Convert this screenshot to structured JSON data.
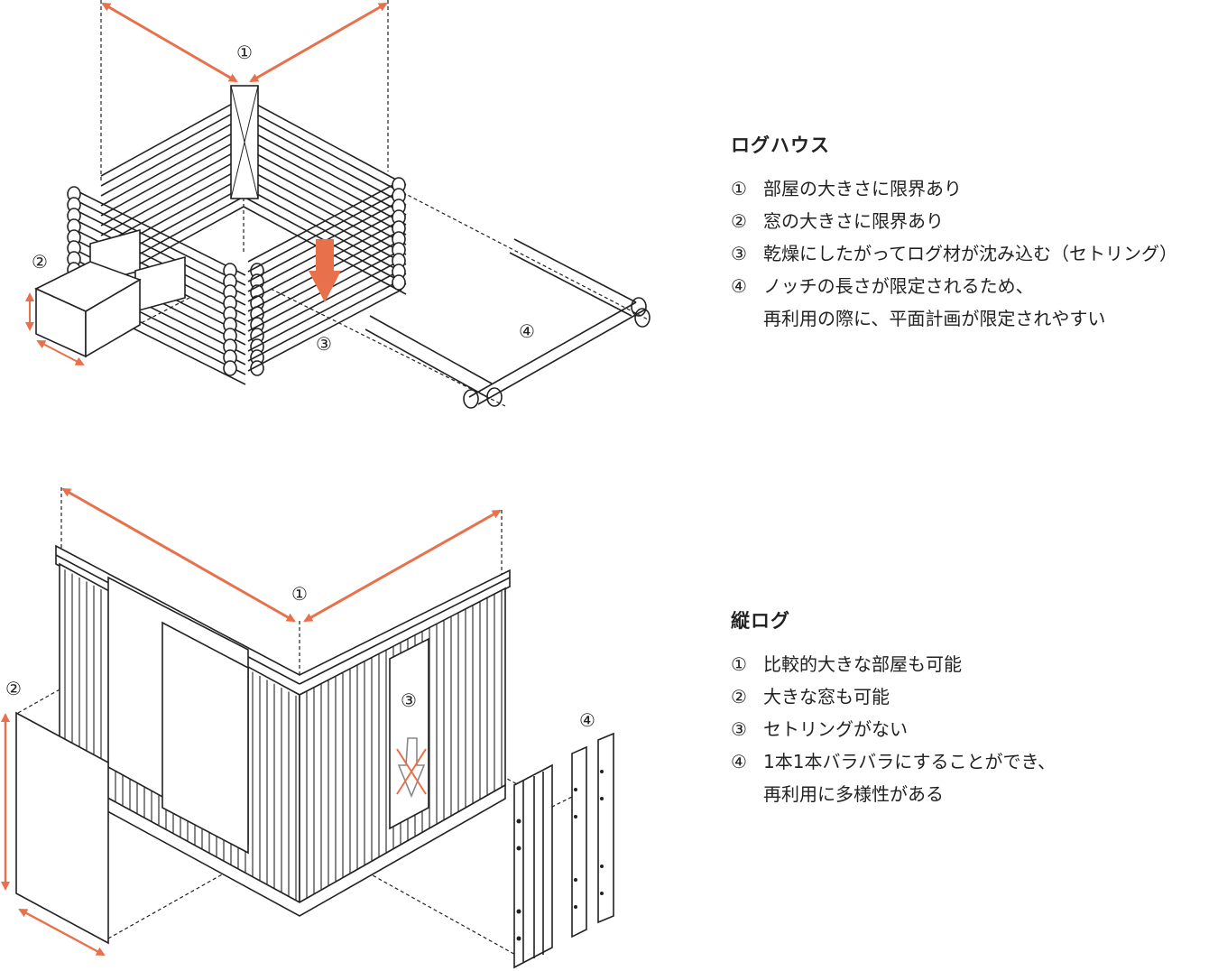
{
  "sections": [
    {
      "title": "ログハウス",
      "items": [
        {
          "num": "①",
          "text": "部屋の大きさに限界あり"
        },
        {
          "num": "②",
          "text": "窓の大きさに限界あり"
        },
        {
          "num": "③",
          "text": "乾燥にしたがってログ材が沈み込む（セトリング）"
        },
        {
          "num": "④",
          "text": "ノッチの長さが限定されるため、\n再利用の際に、平面計画が限定されやすい"
        }
      ]
    },
    {
      "title": "縦ログ",
      "items": [
        {
          "num": "①",
          "text": "比較的大きな部屋も可能"
        },
        {
          "num": "②",
          "text": "大きな窓も可能"
        },
        {
          "num": "③",
          "text": "セトリングがない"
        },
        {
          "num": "④",
          "text": "1本1本バラバラにすることができ、\n再利用に多様性がある"
        }
      ]
    }
  ],
  "diagram_labels": {
    "log_1": "①",
    "log_2": "②",
    "log_3": "③",
    "log_4": "④",
    "tate_1": "①",
    "tate_2": "②",
    "tate_3": "③",
    "tate_4": "④"
  },
  "colors": {
    "accent": "#e8704a",
    "line": "#222222",
    "gray": "#888888"
  }
}
